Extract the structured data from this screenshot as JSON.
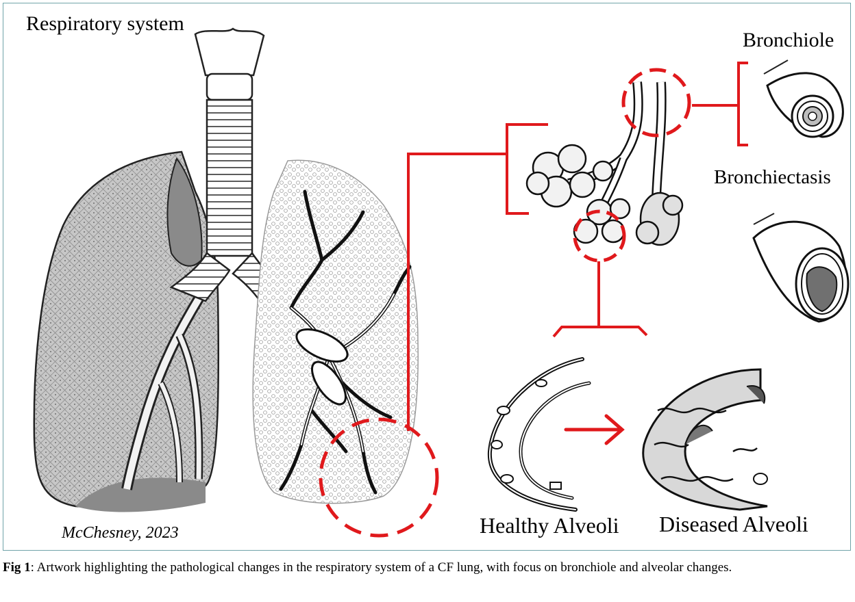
{
  "figure": {
    "title": "Respiratory system",
    "labels": {
      "bronchiole": "Bronchiole",
      "bronchiectasis": "Bronchiectasis",
      "healthy_alveoli": "Healthy Alveoli",
      "diseased_alveoli": "Diseased Alveoli"
    },
    "credit": "McChesney, 2023"
  },
  "caption": {
    "label": "Fig 1",
    "text": ": Artwork highlighting the pathological changes in the respiratory system of a CF lung, with focus on bronchiole and alveolar changes."
  },
  "colors": {
    "highlight_red": "#e0191c",
    "frame_teal": "#6fa3a8",
    "lung_gray": "#b9b9b9",
    "lung_dark": "#7a7a7a"
  }
}
